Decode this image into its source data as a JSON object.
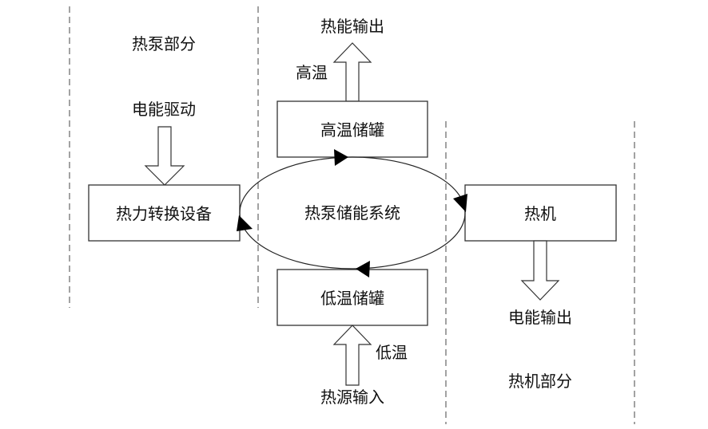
{
  "sections": {
    "heat_pump_part": "热泵部分",
    "heat_engine_part": "热机部分"
  },
  "inputs_outputs": {
    "electric_drive": "电能驱动",
    "thermal_output": "热能输出",
    "electric_output": "电能输出",
    "heat_source_input": "热源输入",
    "high_temp_label": "高温",
    "low_temp_label": "低温"
  },
  "nodes": {
    "thermal_conversion": "热力转换设备",
    "high_temp_tank": "高温储罐",
    "low_temp_tank": "低温储罐",
    "heat_engine": "热机",
    "center_system": "热泵储能系统"
  },
  "colors": {
    "line": "#333333",
    "text": "#111111",
    "arrowhead": "#000000"
  }
}
